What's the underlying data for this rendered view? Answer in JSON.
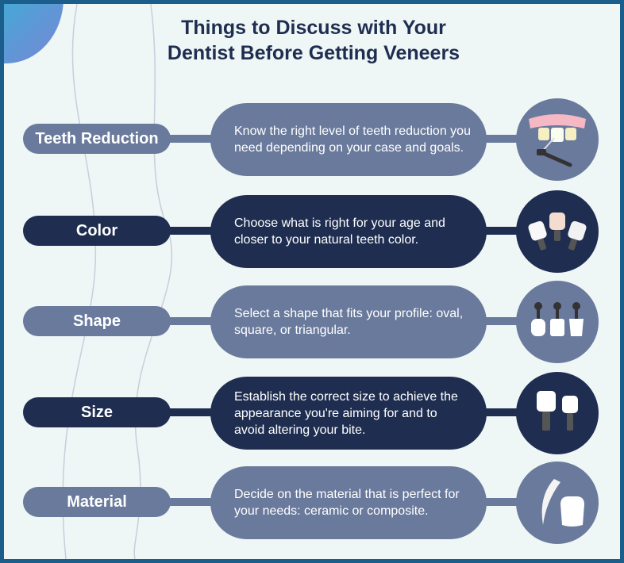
{
  "title": {
    "line1": "Things to Discuss with Your",
    "line2": "Dentist Before Getting Veneers"
  },
  "items": [
    {
      "label": "Teeth Reduction",
      "text": "Know the right level of teeth reduction you need depending on your case and goals.",
      "icon": "teeth-reduction-icon"
    },
    {
      "label": "Color",
      "text": "Choose what is right for your age and closer to your natural teeth color.",
      "icon": "veneer-colors-icon"
    },
    {
      "label": "Shape",
      "text": "Select a shape that fits your profile: oval, square, or triangular.",
      "icon": "veneer-shapes-icon"
    },
    {
      "label": "Size",
      "text": "Establish the correct size to achieve the appearance you're aiming for and to avoid altering your bite.",
      "icon": "veneer-sizes-icon"
    },
    {
      "label": "Material",
      "text": "Decide on the material that is perfect for your needs: ceramic or composite.",
      "icon": "veneer-material-icon"
    }
  ],
  "colors": {
    "light": "#6a7a9c",
    "dark": "#1f2e50",
    "frame": "#1b5e8c",
    "background": "#eef6f6"
  }
}
